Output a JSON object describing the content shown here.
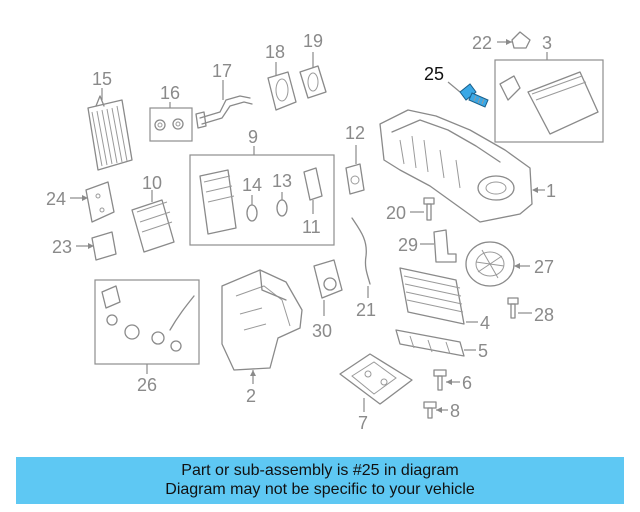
{
  "diagram": {
    "callouts": [
      "1",
      "2",
      "3",
      "4",
      "5",
      "6",
      "7",
      "8",
      "9",
      "10",
      "11",
      "12",
      "13",
      "14",
      "15",
      "16",
      "17",
      "18",
      "19",
      "20",
      "21",
      "22",
      "23",
      "24",
      "25",
      "26",
      "27",
      "28",
      "29",
      "30"
    ],
    "highlighted_callout": "25",
    "highlight_color": "#3aa8e6",
    "line_color": "#8a8a8a"
  },
  "banner": {
    "line1": "Part or sub-assembly is #25 in diagram",
    "line2": "Diagram may not be specific to your vehicle",
    "background": "#5ec8f3"
  }
}
